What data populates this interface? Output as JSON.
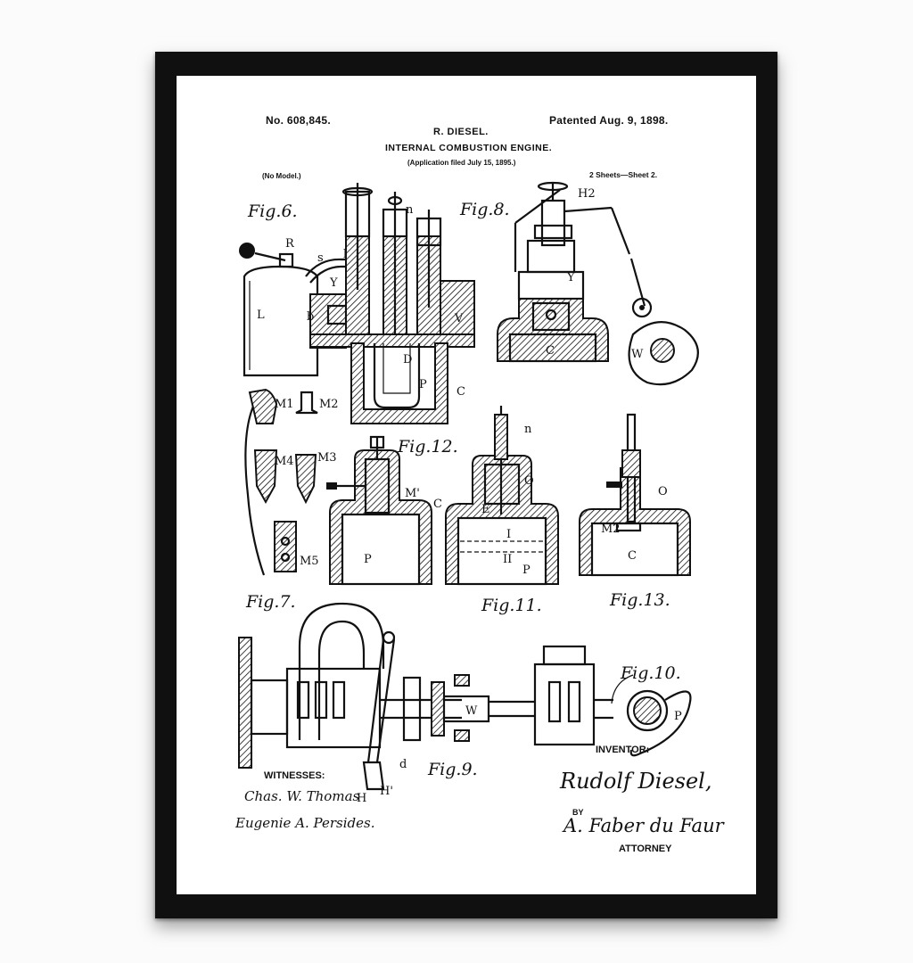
{
  "header": {
    "patent_number": "No. 608,845.",
    "patented_date": "Patented Aug. 9, 1898.",
    "inventor_name": "R. DIESEL.",
    "title": "INTERNAL COMBUSTION ENGINE.",
    "application": "(Application filed July 15, 1895.)",
    "model": "(No Model.)",
    "sheets": "2 Sheets—Sheet 2."
  },
  "figures": {
    "fig6": "Fig.6.",
    "fig7": "Fig.7.",
    "fig8": "Fig.8.",
    "fig9": "Fig.9.",
    "fig10": "Fig.10.",
    "fig11": "Fig.11.",
    "fig12": "Fig.12.",
    "fig13": "Fig.13."
  },
  "labels": {
    "L": "L",
    "b": "b",
    "R": "R",
    "s": "s",
    "l": "l",
    "Y": "Y",
    "V": "V",
    "D": "D",
    "P": "P",
    "C": "C",
    "W": "W",
    "n": "n",
    "O": "O",
    "E": "E",
    "I": "I",
    "II": "II",
    "H": "H",
    "Hp": "H'",
    "d": "d",
    "M1": "M1",
    "M2": "M2",
    "M3": "M3",
    "M4": "M4",
    "M5": "M5",
    "Mp": "M'",
    "H2": "H2"
  },
  "footer": {
    "witnesses_heading": "WITNESSES:",
    "witness_1": "Chas. W. Thomas",
    "witness_2": "Eugenie A. Persides.",
    "inventor_heading": "INVENTOR:",
    "inventor_signature": "Rudolf Diesel,",
    "by": "BY",
    "attorney_signature": "A. Faber du Faur",
    "attorney_heading": "ATTORNEY"
  },
  "colors": {
    "frame": "#101010",
    "paper": "#ffffff",
    "ink": "#111111"
  }
}
